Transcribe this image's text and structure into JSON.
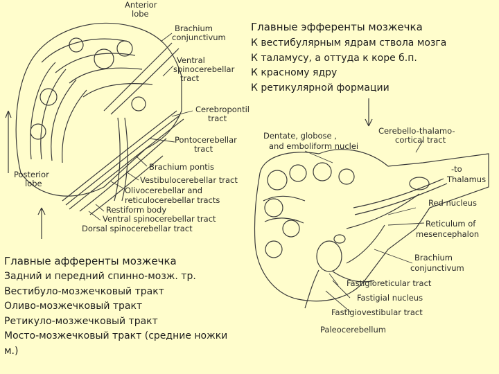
{
  "efferents": {
    "title": "Главные эфференты мозжечка",
    "items": [
      "К вестибулярным ядрам ствола мозга",
      "К таламусу, а оттуда к коре б.п.",
      "К красному ядру",
      "К ретикулярной формации"
    ]
  },
  "afferents": {
    "title": "Главные афференты мозжечка",
    "items": [
      "Задний и передний спинно-мозж. тр.",
      "Вестибуло-мозжечковый тракт",
      "Оливо-мозжечковый тракт",
      "Ретикуло-мозжечковый тракт",
      "Мосто-мозжечковый тракт (средние ножки м.)"
    ]
  },
  "left_diagram": {
    "labels": {
      "anterior": "Anterior",
      "lobe_top": "lobe",
      "brachium": "Brachium",
      "conjunctivum": "conjunctivum",
      "ventral": "Ventral",
      "spinocerebellar": "spinocerebellar",
      "tract_1": "tract",
      "cerebropontile": "Cerebropontile",
      "tract_2": "tract",
      "pontocerebellar": "Pontocerebellar",
      "tract_3": "tract",
      "brachium_pontis": "Brachium pontis",
      "posterior": "Posterior",
      "lobe_bottom": "lobe",
      "vestibulocerebellar": "Vestibulocerebellar tract",
      "olivocerebellar": "Olivocerebellar  and",
      "reticulocerebellar": "reticulocerebellar  tracts",
      "restiform": "Restiform body",
      "ventral_spino": "Ventral  spinocerebellar tract",
      "dorsal_spino": "Dorsal spinocerebellar tract"
    }
  },
  "right_diagram": {
    "labels": {
      "dentate": "Dentate, globose ,",
      "emboliform": "and emboliform nuclei",
      "cerebello": "Cerebello-thalamo-",
      "cortical": "cortical tract",
      "to": "-to",
      "thalamus": "Thalamus",
      "red_nucleus": "Red nucleus",
      "reticulum": "Reticulum of",
      "mesencephalon": "mesencephalon",
      "brachium": "Brachium",
      "conjunctivum": "conjunctivum",
      "fastigioreticular": "Fastigioreticular tract",
      "fastigial": "Fastigial nucleus",
      "fastigiovestibular": "Fastigiovestibular tract",
      "paleocerebellum": "Paleocerebellum"
    }
  }
}
